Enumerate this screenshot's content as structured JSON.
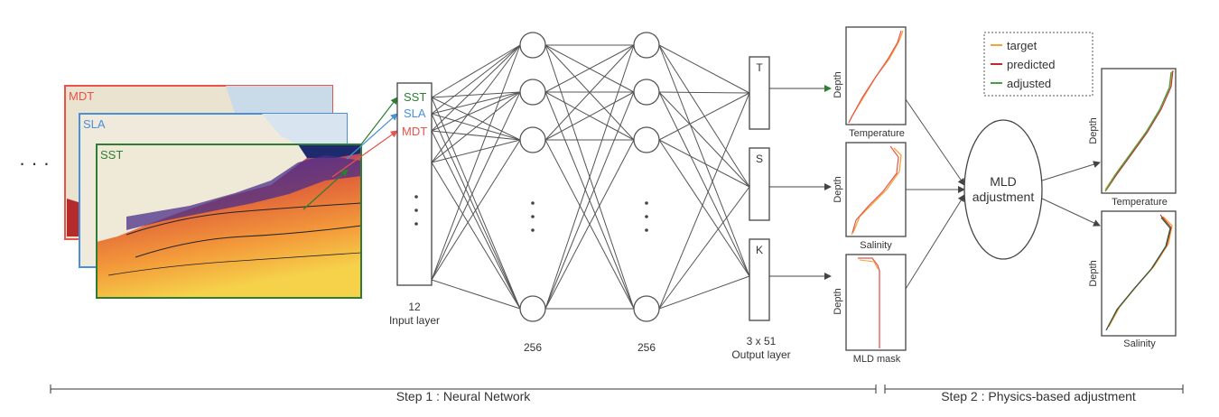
{
  "left_ellipsis": "· · ·",
  "map_layers": [
    {
      "label": "MDT",
      "color": "#e8534a"
    },
    {
      "label": "SLA",
      "color": "#4a90d9"
    },
    {
      "label": "SST",
      "color": "#2e7d32"
    }
  ],
  "input_layer": {
    "labels": [
      "SST",
      "SLA",
      "MDT"
    ],
    "label_colors": [
      "#2e7d32",
      "#4a90d9",
      "#e8534a"
    ],
    "size": "12",
    "name": "Input layer",
    "dots": "·\n·\n·"
  },
  "hidden_layers": [
    {
      "size": "256"
    },
    {
      "size": "256"
    }
  ],
  "output_layer": {
    "nodes": [
      "T",
      "S",
      "K"
    ],
    "size": "3 x 51",
    "name": "Output layer"
  },
  "profile_plots": [
    {
      "axis_label": "Depth",
      "title": "Temperature"
    },
    {
      "axis_label": "Depth",
      "title": "Salinity"
    },
    {
      "axis_label": "Depth",
      "title": "MLD mask"
    }
  ],
  "mld_adjustment": {
    "line1": "MLD",
    "line2": "adjustment"
  },
  "legend": [
    {
      "label": "target",
      "color": "#f2a33a"
    },
    {
      "label": "predicted",
      "color": "#c62828"
    },
    {
      "label": "adjusted",
      "color": "#43a047"
    }
  ],
  "adjusted_plots": [
    {
      "axis_label": "Depth",
      "title": "Temperature"
    },
    {
      "axis_label": "Depth",
      "title": "Salinity"
    }
  ],
  "steps": [
    {
      "label": "Step 1 : Neural Network"
    },
    {
      "label": "Step 2 : Physics-based adjustment"
    }
  ]
}
